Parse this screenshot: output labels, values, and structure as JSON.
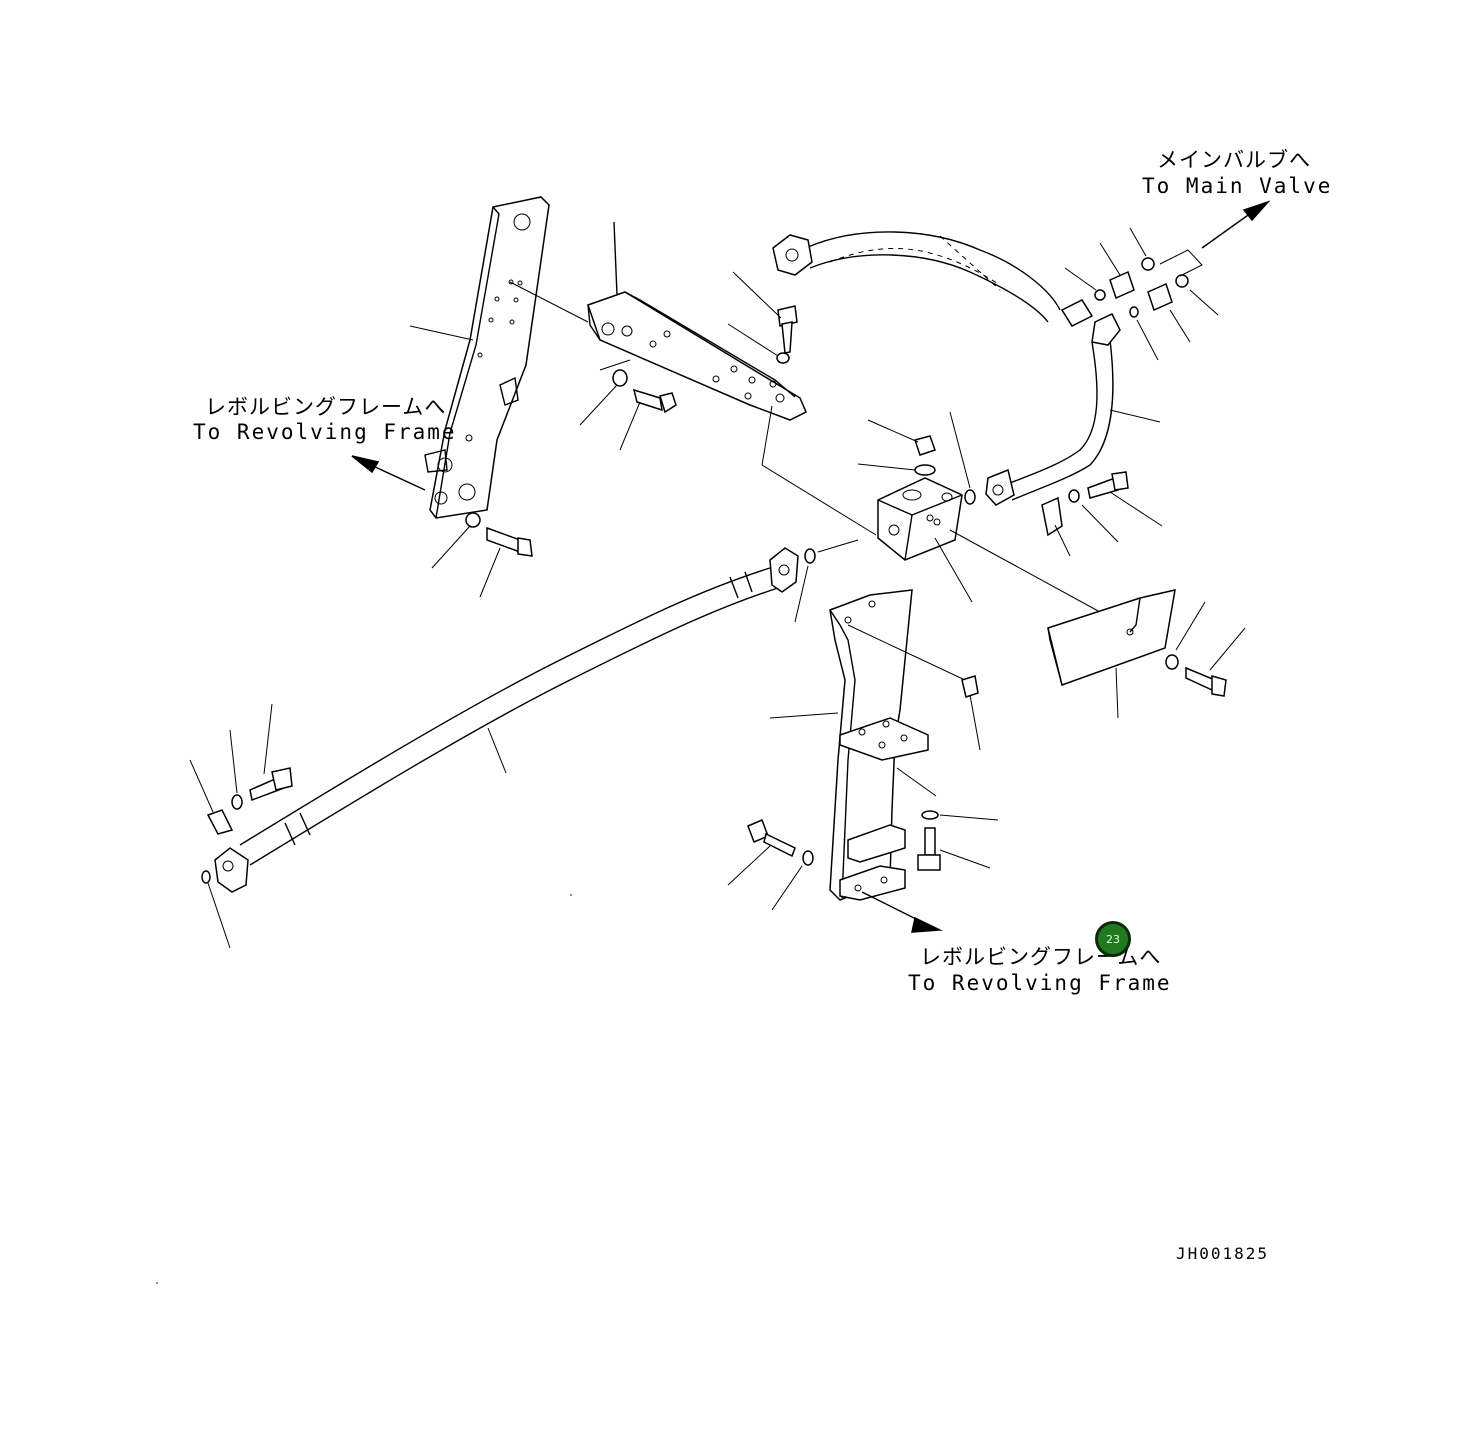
{
  "labels": {
    "main_valve": {
      "jp": "メインバルブへ",
      "en": "To Main Valve"
    },
    "revolving_frame_left": {
      "jp": "レボルビングフレームへ",
      "en": "To Revolving Frame"
    },
    "revolving_frame_bottom": {
      "jp": "レボルビングフレームへ",
      "en": "To Revolving Frame"
    }
  },
  "drawing_code": "JH001825",
  "callout": {
    "number": "23",
    "color": "#1f7a1f"
  }
}
